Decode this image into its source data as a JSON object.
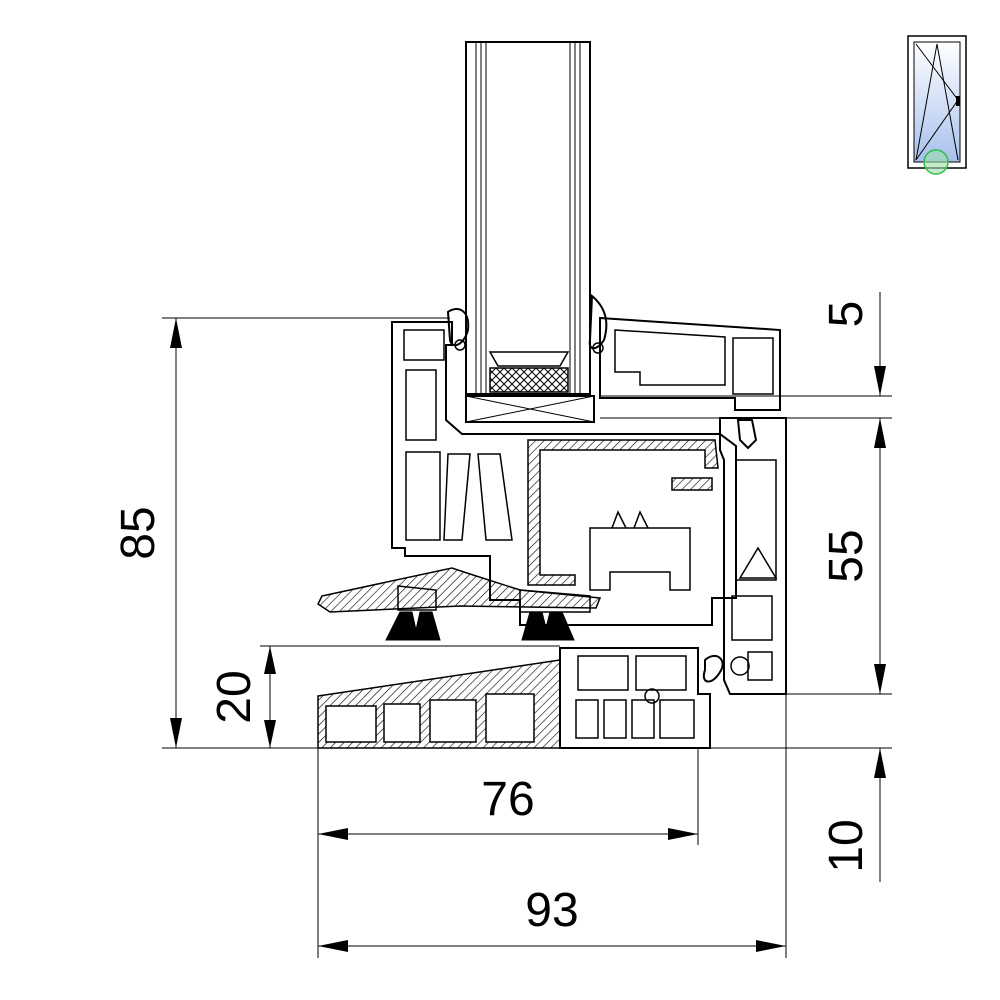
{
  "dimensions": {
    "overall_height": "85",
    "threshold_height": "20",
    "inner_width": "76",
    "overall_width": "93",
    "top_offset": "5",
    "sash_height": "55",
    "bottom_offset": "10"
  },
  "colors": {
    "line": "#000000",
    "glass_tint": "#c8d8f0",
    "marker": "#2fbf4f"
  },
  "thumbnail": {
    "icon": "window-tilt-turn-icon"
  }
}
